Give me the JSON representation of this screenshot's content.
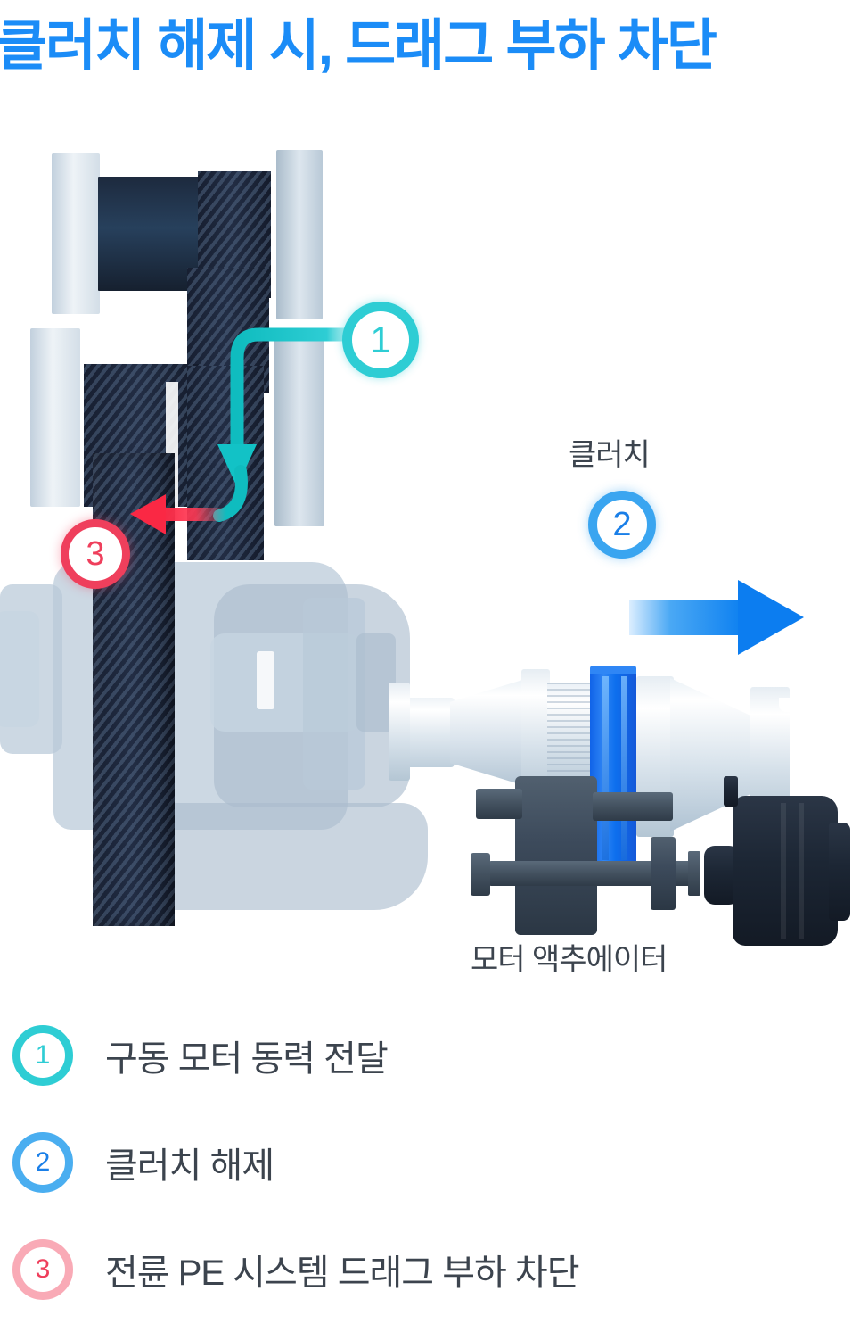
{
  "title": "클러치 해제 시, 드래그 부하 차단",
  "colors": {
    "title_blue": "#1b8cf7",
    "teal": "#2ecdd4",
    "blue": "#3aa5f0",
    "blue_dark": "#1a7fe8",
    "pink_ring": "#f9aab6",
    "pink_num": "#ef3f5c",
    "text_gray": "#3c444e",
    "gear_dark": "#1a2334",
    "housing_light": "#c9d6e1",
    "clutch_blue": "#1370ee",
    "motor_dark": "#2b3744"
  },
  "diagram": {
    "markers": [
      {
        "id": "marker-1",
        "number": "1",
        "ring": "#2ecdd4",
        "num_color": "#2ecdd4"
      },
      {
        "id": "marker-2",
        "number": "2",
        "ring": "#3aa5f0",
        "num_color": "#1a7fe8"
      },
      {
        "id": "marker-3",
        "number": "3",
        "ring": "#ef3f5c",
        "num_color": "#ef3f5c"
      }
    ],
    "labels": {
      "clutch": "클러치",
      "motor_actuator": "모터 액추에이터"
    },
    "arrows": {
      "power_flow": "teal-curved-down-arrow",
      "drag_block": "red-left-arrow",
      "clutch_release": "blue-right-arrow"
    }
  },
  "legend": {
    "items": [
      {
        "number": "1",
        "label": "구동 모터 동력 전달",
        "ring": "#2ecdd4",
        "num_color": "#2ecdd4"
      },
      {
        "number": "2",
        "label": "클러치 해제",
        "ring": "#4aaef0",
        "num_color": "#1a7fe8"
      },
      {
        "number": "3",
        "label": "전륜 PE 시스템 드래그 부하 차단",
        "ring": "#f9aab6",
        "num_color": "#ef3f5c"
      }
    ]
  }
}
